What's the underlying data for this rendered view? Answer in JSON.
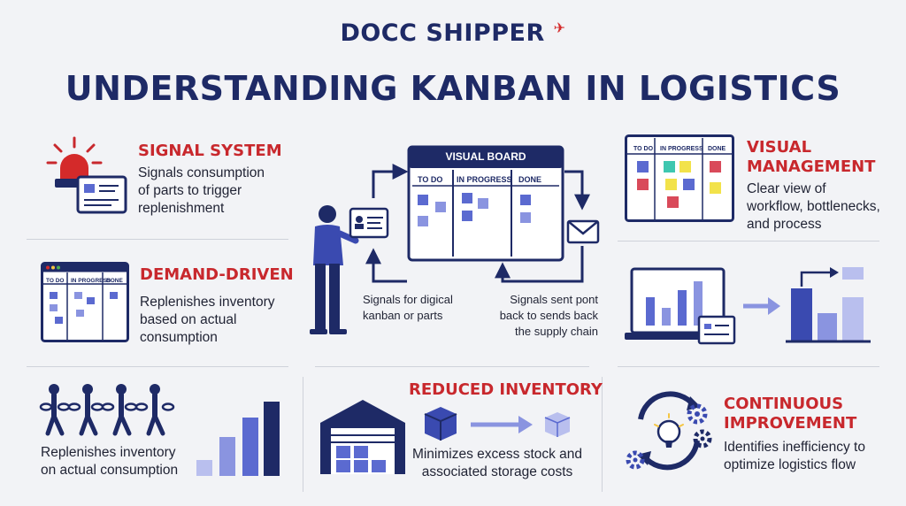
{
  "brand": {
    "logo_text": "DOCC SHIPPER",
    "accent": "#c8282d",
    "navy": "#1e2a66"
  },
  "title": "UNDERSTANDING KANBAN IN LOGISTICS",
  "center_board": {
    "title": "VISUAL BOARD",
    "columns": [
      "TO DO",
      "IN PROGRESS",
      "DONE"
    ],
    "left_caption_1": "Signals for digical",
    "left_caption_2": "kanban or parts",
    "right_caption_1": "Signals sent pont",
    "right_caption_2": "back to sends back",
    "right_caption_3": "the supply chain"
  },
  "small_board_columns": [
    "TO DO",
    "IN PROGRESS",
    "DONE"
  ],
  "signal_system": {
    "title": "SIGNAL SYSTEM",
    "line1": "Signals consumption",
    "line2": "of parts to trigger",
    "line3": "replenishment"
  },
  "visual_management": {
    "title1": "VISUAL",
    "title2": "MANAGEMENT",
    "line1": "Clear view of",
    "line2": "workflow, bottlenecks,",
    "line3": "and process"
  },
  "demand_driven": {
    "title": "DEMAND-DRIVEN",
    "line1": "Replenishes inventory",
    "line2": "based on actual",
    "line3": "consumption"
  },
  "bottom_left": {
    "line1": "Replenishes inventory",
    "line2": "on actual consumption"
  },
  "reduced_inventory": {
    "title": "REDUCED INVENTORY",
    "line1": "Minimizes excess stock and",
    "line2": "associated storage costs"
  },
  "continuous_improvement": {
    "title1": "CONTINUOUS",
    "title2": "IMPROVEMENT",
    "line1": "Identifies inefficiency to",
    "line2": "optimize logistics flow"
  }
}
